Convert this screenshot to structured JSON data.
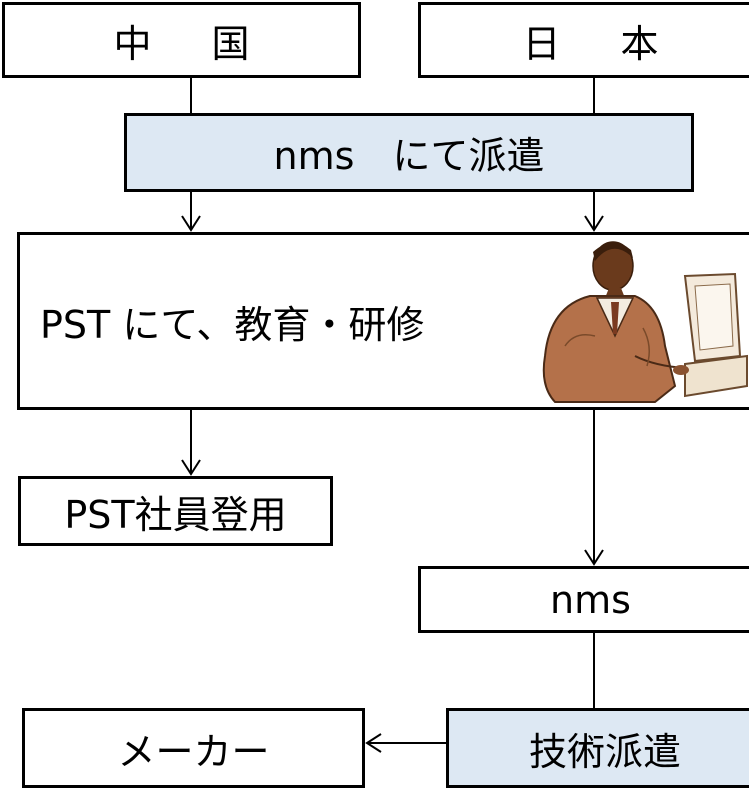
{
  "boxes": {
    "china": [
      "中",
      "国"
    ],
    "japan": [
      "日",
      "本"
    ],
    "nms_dispatch": "nms　にて派遣",
    "pst_education": "PST にて、教育・研修",
    "pst_hiring": "PST社員登用",
    "nms": "nms",
    "maker": "メーカー",
    "tech_dispatch": "技術派遣"
  },
  "colors": {
    "highlight_fill": "#dde8f3",
    "border": "#000000"
  },
  "icons": {
    "clipart": "person-at-computer-illustration"
  }
}
